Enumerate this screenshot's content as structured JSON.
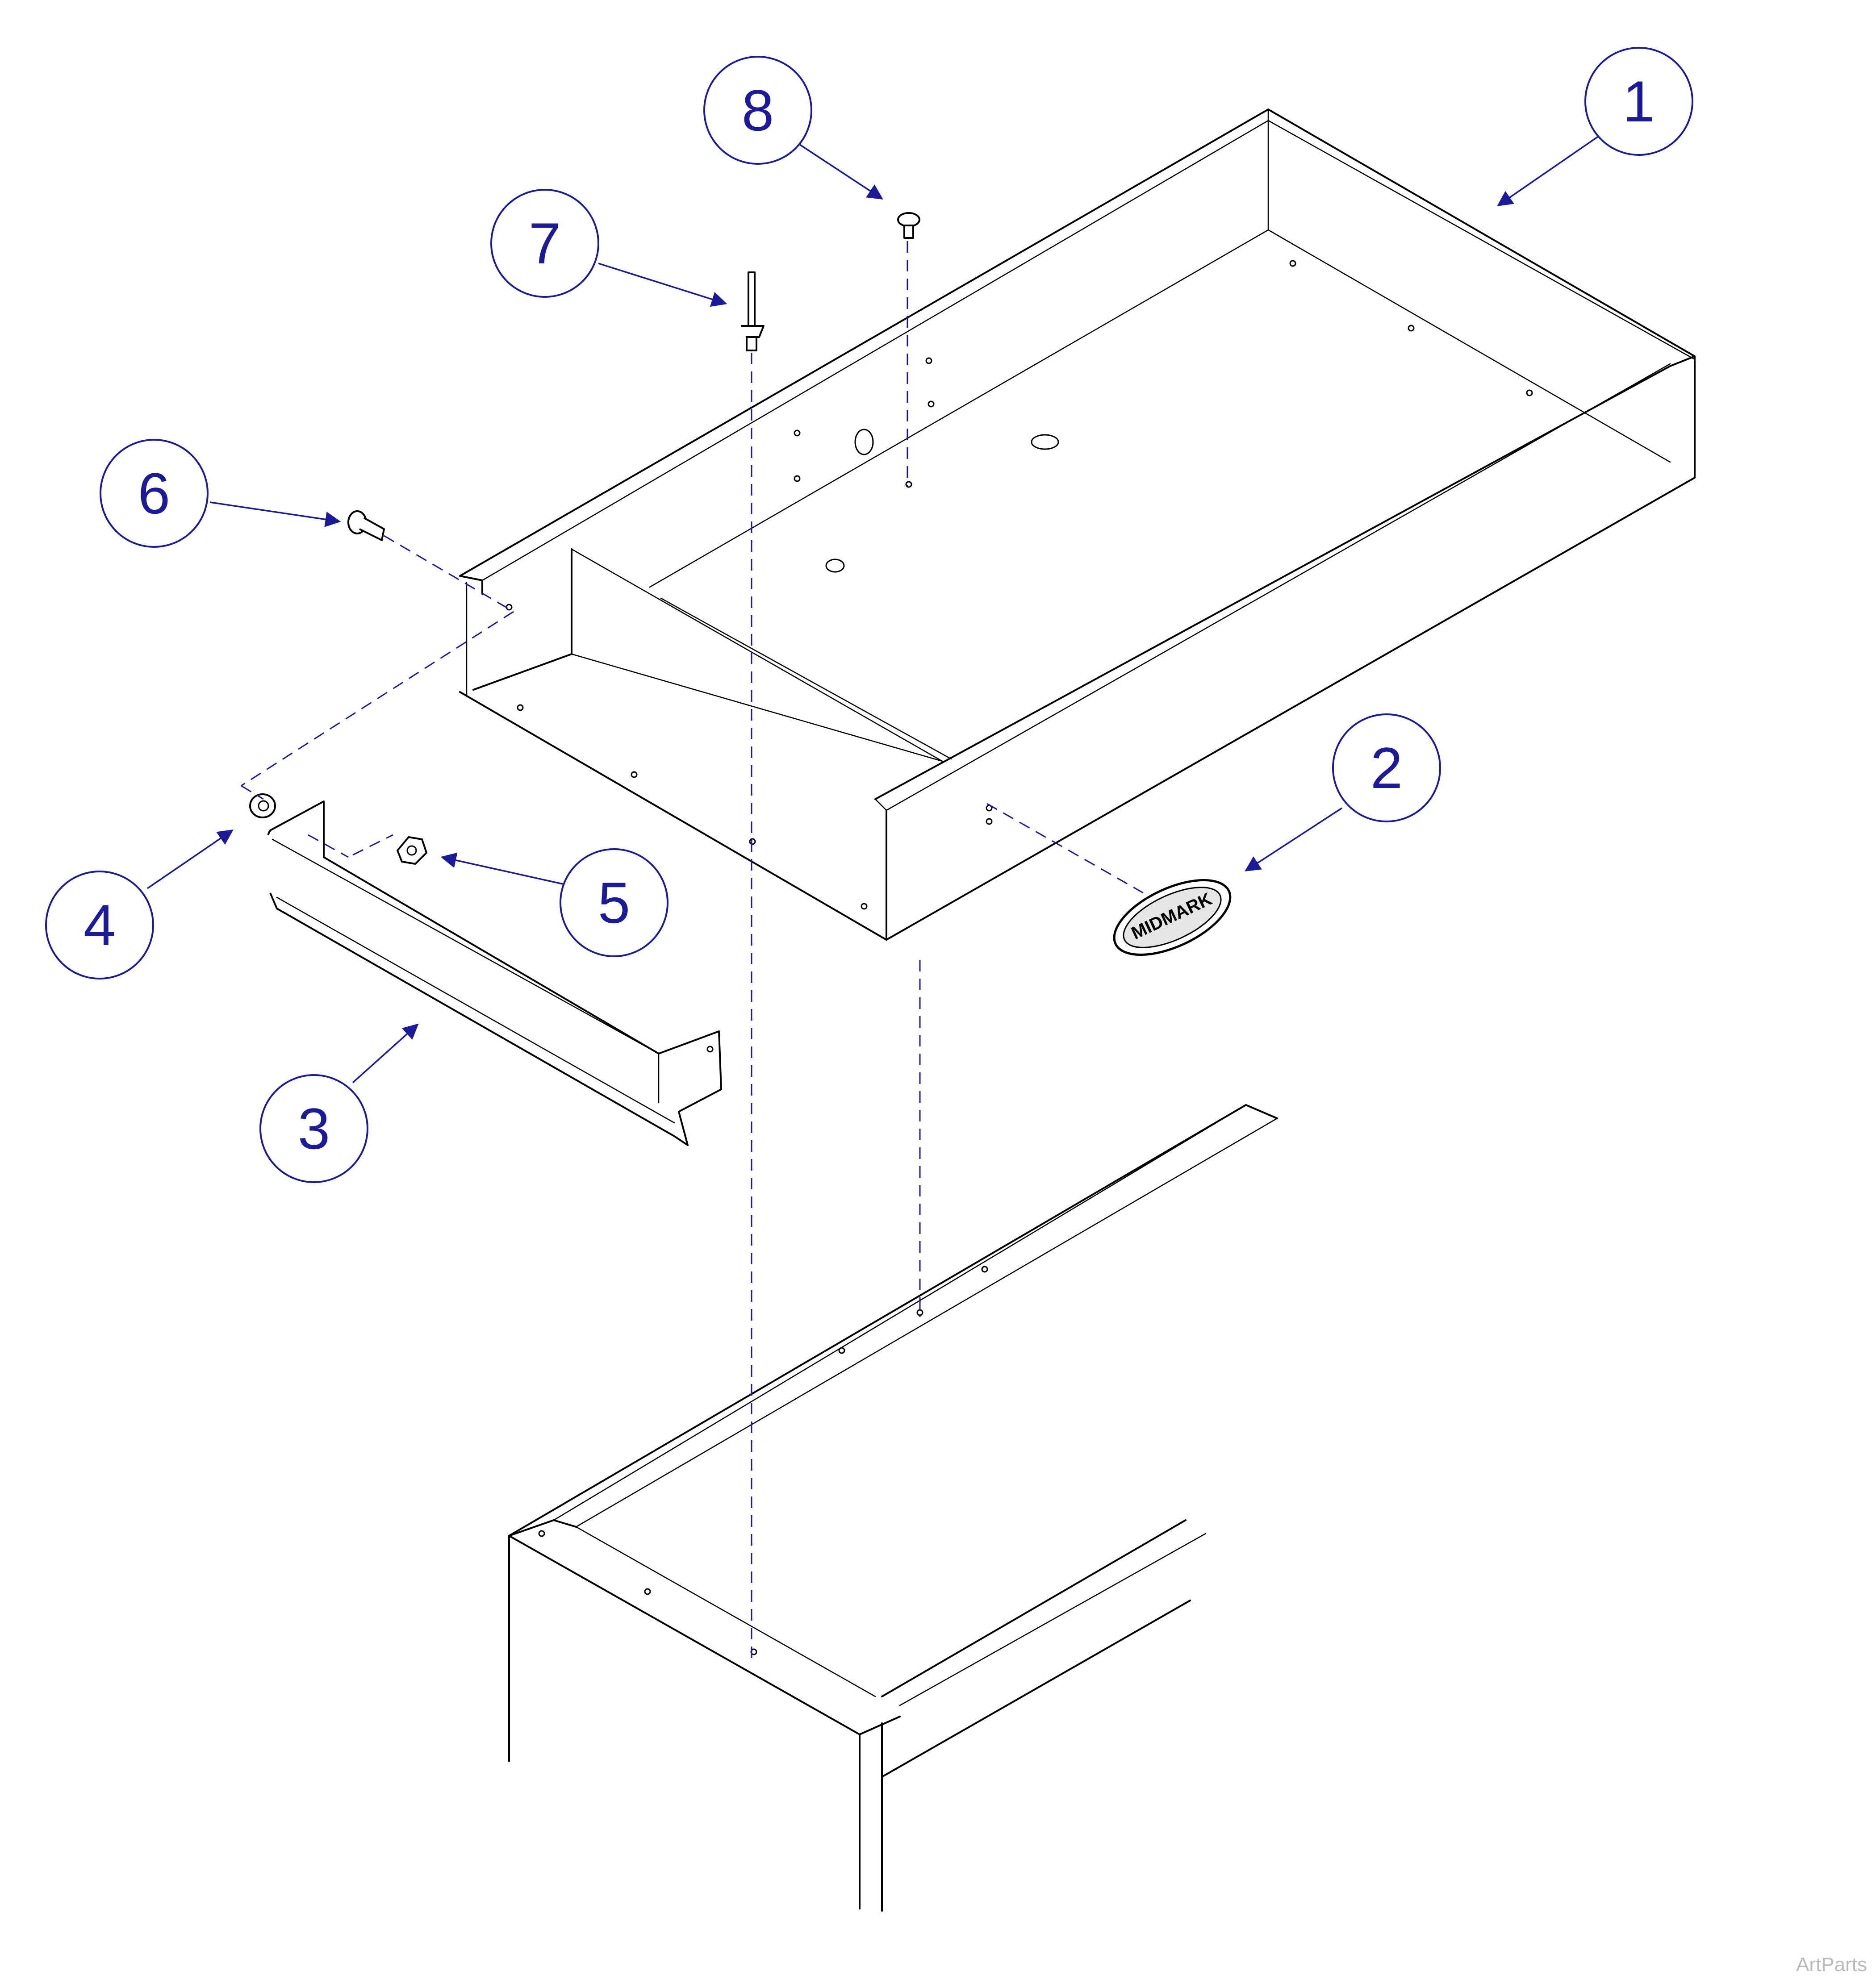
{
  "callouts": [
    {
      "id": "callout-1",
      "label": "1"
    },
    {
      "id": "callout-2",
      "label": "2"
    },
    {
      "id": "callout-3",
      "label": "3"
    },
    {
      "id": "callout-4",
      "label": "4"
    },
    {
      "id": "callout-5",
      "label": "5"
    },
    {
      "id": "callout-6",
      "label": "6"
    },
    {
      "id": "callout-7",
      "label": "7"
    },
    {
      "id": "callout-8",
      "label": "8"
    }
  ],
  "logo_text": "MIDMARK",
  "watermark": "ArtParts",
  "colors": {
    "callout": "#1a1a9a",
    "linework": "#000000",
    "watermark": "#b9b9b9"
  }
}
